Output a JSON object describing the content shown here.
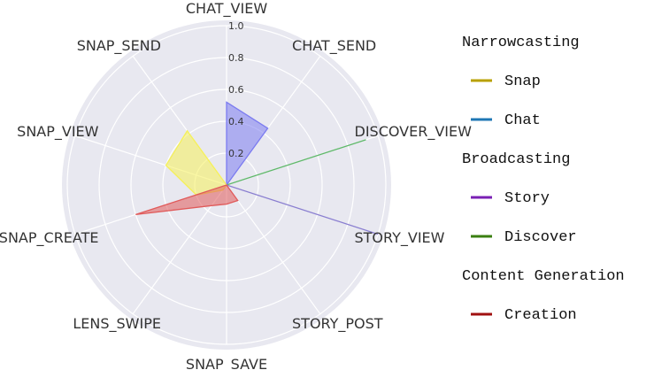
{
  "chart_data": {
    "type": "radar",
    "axes": [
      "CHAT_VIEW",
      "CHAT_SEND",
      "DISCOVER_VIEW",
      "STORY_VIEW",
      "STORY_POST",
      "SNAP_SAVE",
      "LENS_SWIPE",
      "SNAP_CREATE",
      "SNAP_VIEW",
      "SNAP_SEND"
    ],
    "rlim": [
      0,
      1.0
    ],
    "r_ticks": [
      "0.2",
      "0.4",
      "0.6",
      "0.8",
      "1.0"
    ],
    "r_tick_values": [
      0.2,
      0.4,
      0.6,
      0.8,
      1.0
    ],
    "grid": true,
    "series": [
      {
        "color": "#7b7bf0",
        "values": [
          0.52,
          0.44,
          0,
          0,
          0,
          0,
          0,
          0,
          0,
          0
        ]
      },
      {
        "color": "#5fb86a",
        "values": [
          0,
          0,
          0.92,
          0,
          0,
          0,
          0,
          0,
          0,
          0
        ]
      },
      {
        "color": "#8a7fd0",
        "values": [
          0,
          0,
          0,
          1.0,
          0,
          0,
          0,
          0,
          0,
          0
        ]
      },
      {
        "color": "#f5f05a",
        "values": [
          0,
          0,
          0,
          0,
          0,
          0,
          0.04,
          0.2,
          0.4,
          0.42
        ]
      },
      {
        "color": "#e05a5a",
        "values": [
          0,
          0,
          0,
          0,
          0.12,
          0.12,
          0.16,
          0.6,
          0,
          0
        ]
      }
    ]
  },
  "legend": {
    "placement": "right",
    "groups": [
      {
        "title": "Narrowcasting",
        "items": [
          {
            "label": "Snap",
            "color": "#b8a000"
          },
          {
            "label": "Chat",
            "color": "#1f77b4"
          }
        ]
      },
      {
        "title": "Broadcasting",
        "items": [
          {
            "label": "Story",
            "color": "#7a1fb4"
          },
          {
            "label": "Discover",
            "color": "#3a7f10"
          }
        ]
      },
      {
        "title": "Content Generation",
        "items": [
          {
            "label": "Creation",
            "color": "#a01010"
          }
        ]
      }
    ]
  }
}
